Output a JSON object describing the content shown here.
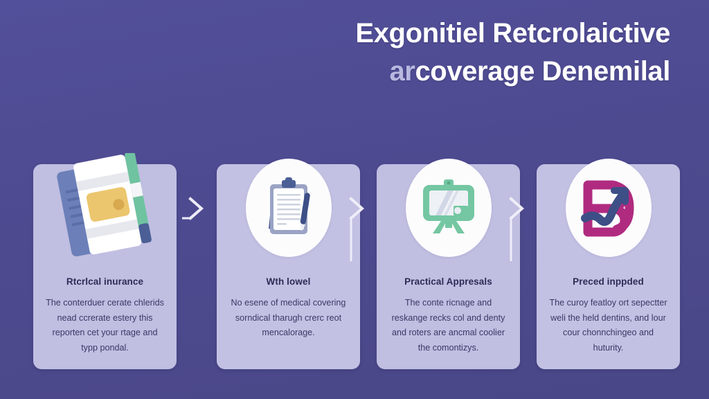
{
  "theme": {
    "background": "#4e4a90",
    "card_background": "#c2c0e2",
    "title_color": "#ffffff",
    "title_accent_color": "#b9b8e0",
    "heading_color": "#2d2b55",
    "body_color": "#3a3866",
    "arrow_color": "#e9e8f5",
    "icon_disc_color": "#fcfcfd"
  },
  "title": {
    "line1": "Exgonitiel Retcrolaictive",
    "line2_accent": "ar",
    "line2_rest": "coverage Denemilal"
  },
  "steps": [
    {
      "icon": "insurance-card-document-icon",
      "heading": "Rtcrlcal inurance",
      "body": "The conterduer cerate chlerids nead ccrerate estery this reporten cet your rtage and typp pondal."
    },
    {
      "icon": "clipboard-pen-icon",
      "heading": "Wth lowel",
      "body": "No esene of medical covering sorndical tharugh crerc reot mencalorage."
    },
    {
      "icon": "monitor-screen-icon",
      "heading": "Practical Appresals",
      "body": "The conte ricnage and reskange recks col and denty and roters are ancmal coolier the comontizys."
    },
    {
      "icon": "chart-growth-badge-icon",
      "heading": "Preced inppded",
      "body": "The curoy featloy ort sepectter weli the held dentins, and lour cour chonnchingeo and huturity."
    }
  ],
  "arrows": [
    {
      "name": "chevron-right-icon-1"
    },
    {
      "name": "chevron-right-icon-2"
    },
    {
      "name": "chevron-right-icon-3"
    }
  ]
}
